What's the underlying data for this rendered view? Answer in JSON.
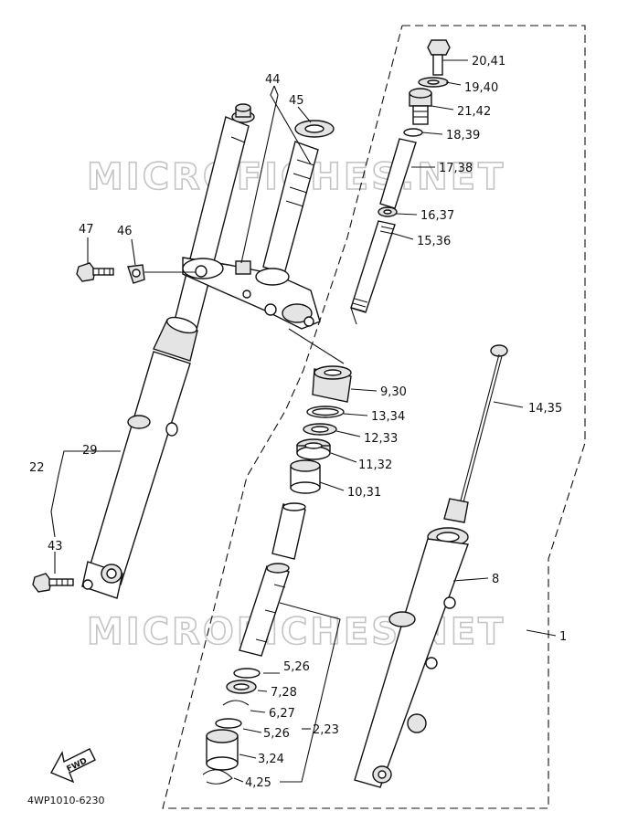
{
  "watermark": "MICROFICHES.NET",
  "diagram_code": "4WP1010-6230",
  "fwd_label": "FWD",
  "labels": {
    "l20_41": "20,41",
    "l19_40": "19,40",
    "l21_42": "21,42",
    "l18_39": "18,39",
    "l17_38": "17,38",
    "l16_37": "16,37",
    "l15_36": "15,36",
    "l44": "44",
    "l45": "45",
    "l47": "47",
    "l46": "46",
    "l9_30": "9,30",
    "l13_34": "13,34",
    "l12_33": "12,33",
    "l11_32": "11,32",
    "l10_31": "10,31",
    "l14_35": "14,35",
    "l8": "8",
    "l1": "1",
    "l22": "22",
    "l29": "29",
    "l43": "43",
    "l5_26a": "5,26",
    "l7_28": "7,28",
    "l6_27": "6,27",
    "l5_26b": "5,26",
    "l2_23": "2,23",
    "l3_24": "3,24",
    "l4_25": "4,25"
  }
}
